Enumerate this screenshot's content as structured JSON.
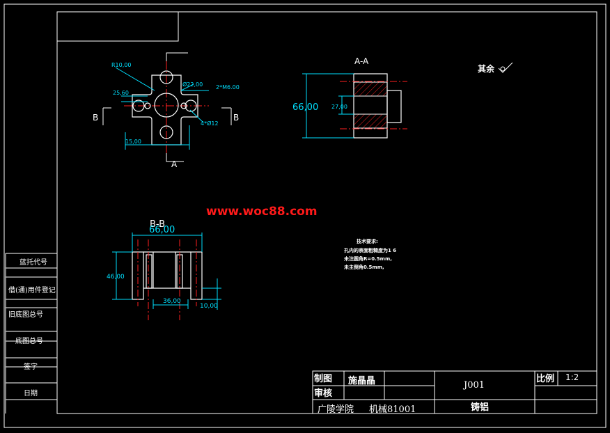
{
  "watermark": "www.woc88.com",
  "section_labels": {
    "a_a": "A-A",
    "b_b": "B-B",
    "cut_a": "A",
    "cut_b_left": "B",
    "cut_b_right": "B"
  },
  "plan_view": {
    "dims": {
      "r10": "R10,00",
      "d22": "Ø22,00",
      "m6": "2*M6.00",
      "d12": "4*Ø12",
      "w25": "25,60",
      "w15": "15,00"
    }
  },
  "section_a": {
    "dims": {
      "h66": "66,00",
      "h27": "27,00"
    }
  },
  "section_b": {
    "dims": {
      "w66": "66,00",
      "h46": "46,00",
      "w36": "36,00",
      "h10": "10,00"
    }
  },
  "roughness_note": "其余",
  "tech_requirements": {
    "title": "技术要求:",
    "lines": [
      "孔内的表面粗糙度为1 6",
      "未注圆角R=0.5mm,",
      "未主倒角0.5mm,"
    ]
  },
  "side_table": {
    "rows": [
      "蓝托代号",
      "借(通)用件登记",
      "旧底图总号",
      "底图总号",
      "签字",
      "日期"
    ]
  },
  "title_block": {
    "draw_label": "制图",
    "check_label": "审核",
    "designer": "施晶晶",
    "part_no": "J001",
    "scale_label": "比例",
    "scale_value": "1:2",
    "material": "铸铝",
    "school": "广陵学院",
    "class_id": "机械81001"
  },
  "colors": {
    "frame": "#ffffff",
    "dimension": "#00e0ff",
    "center_line": "#ff2020",
    "watermark": "#ff1a1a"
  }
}
